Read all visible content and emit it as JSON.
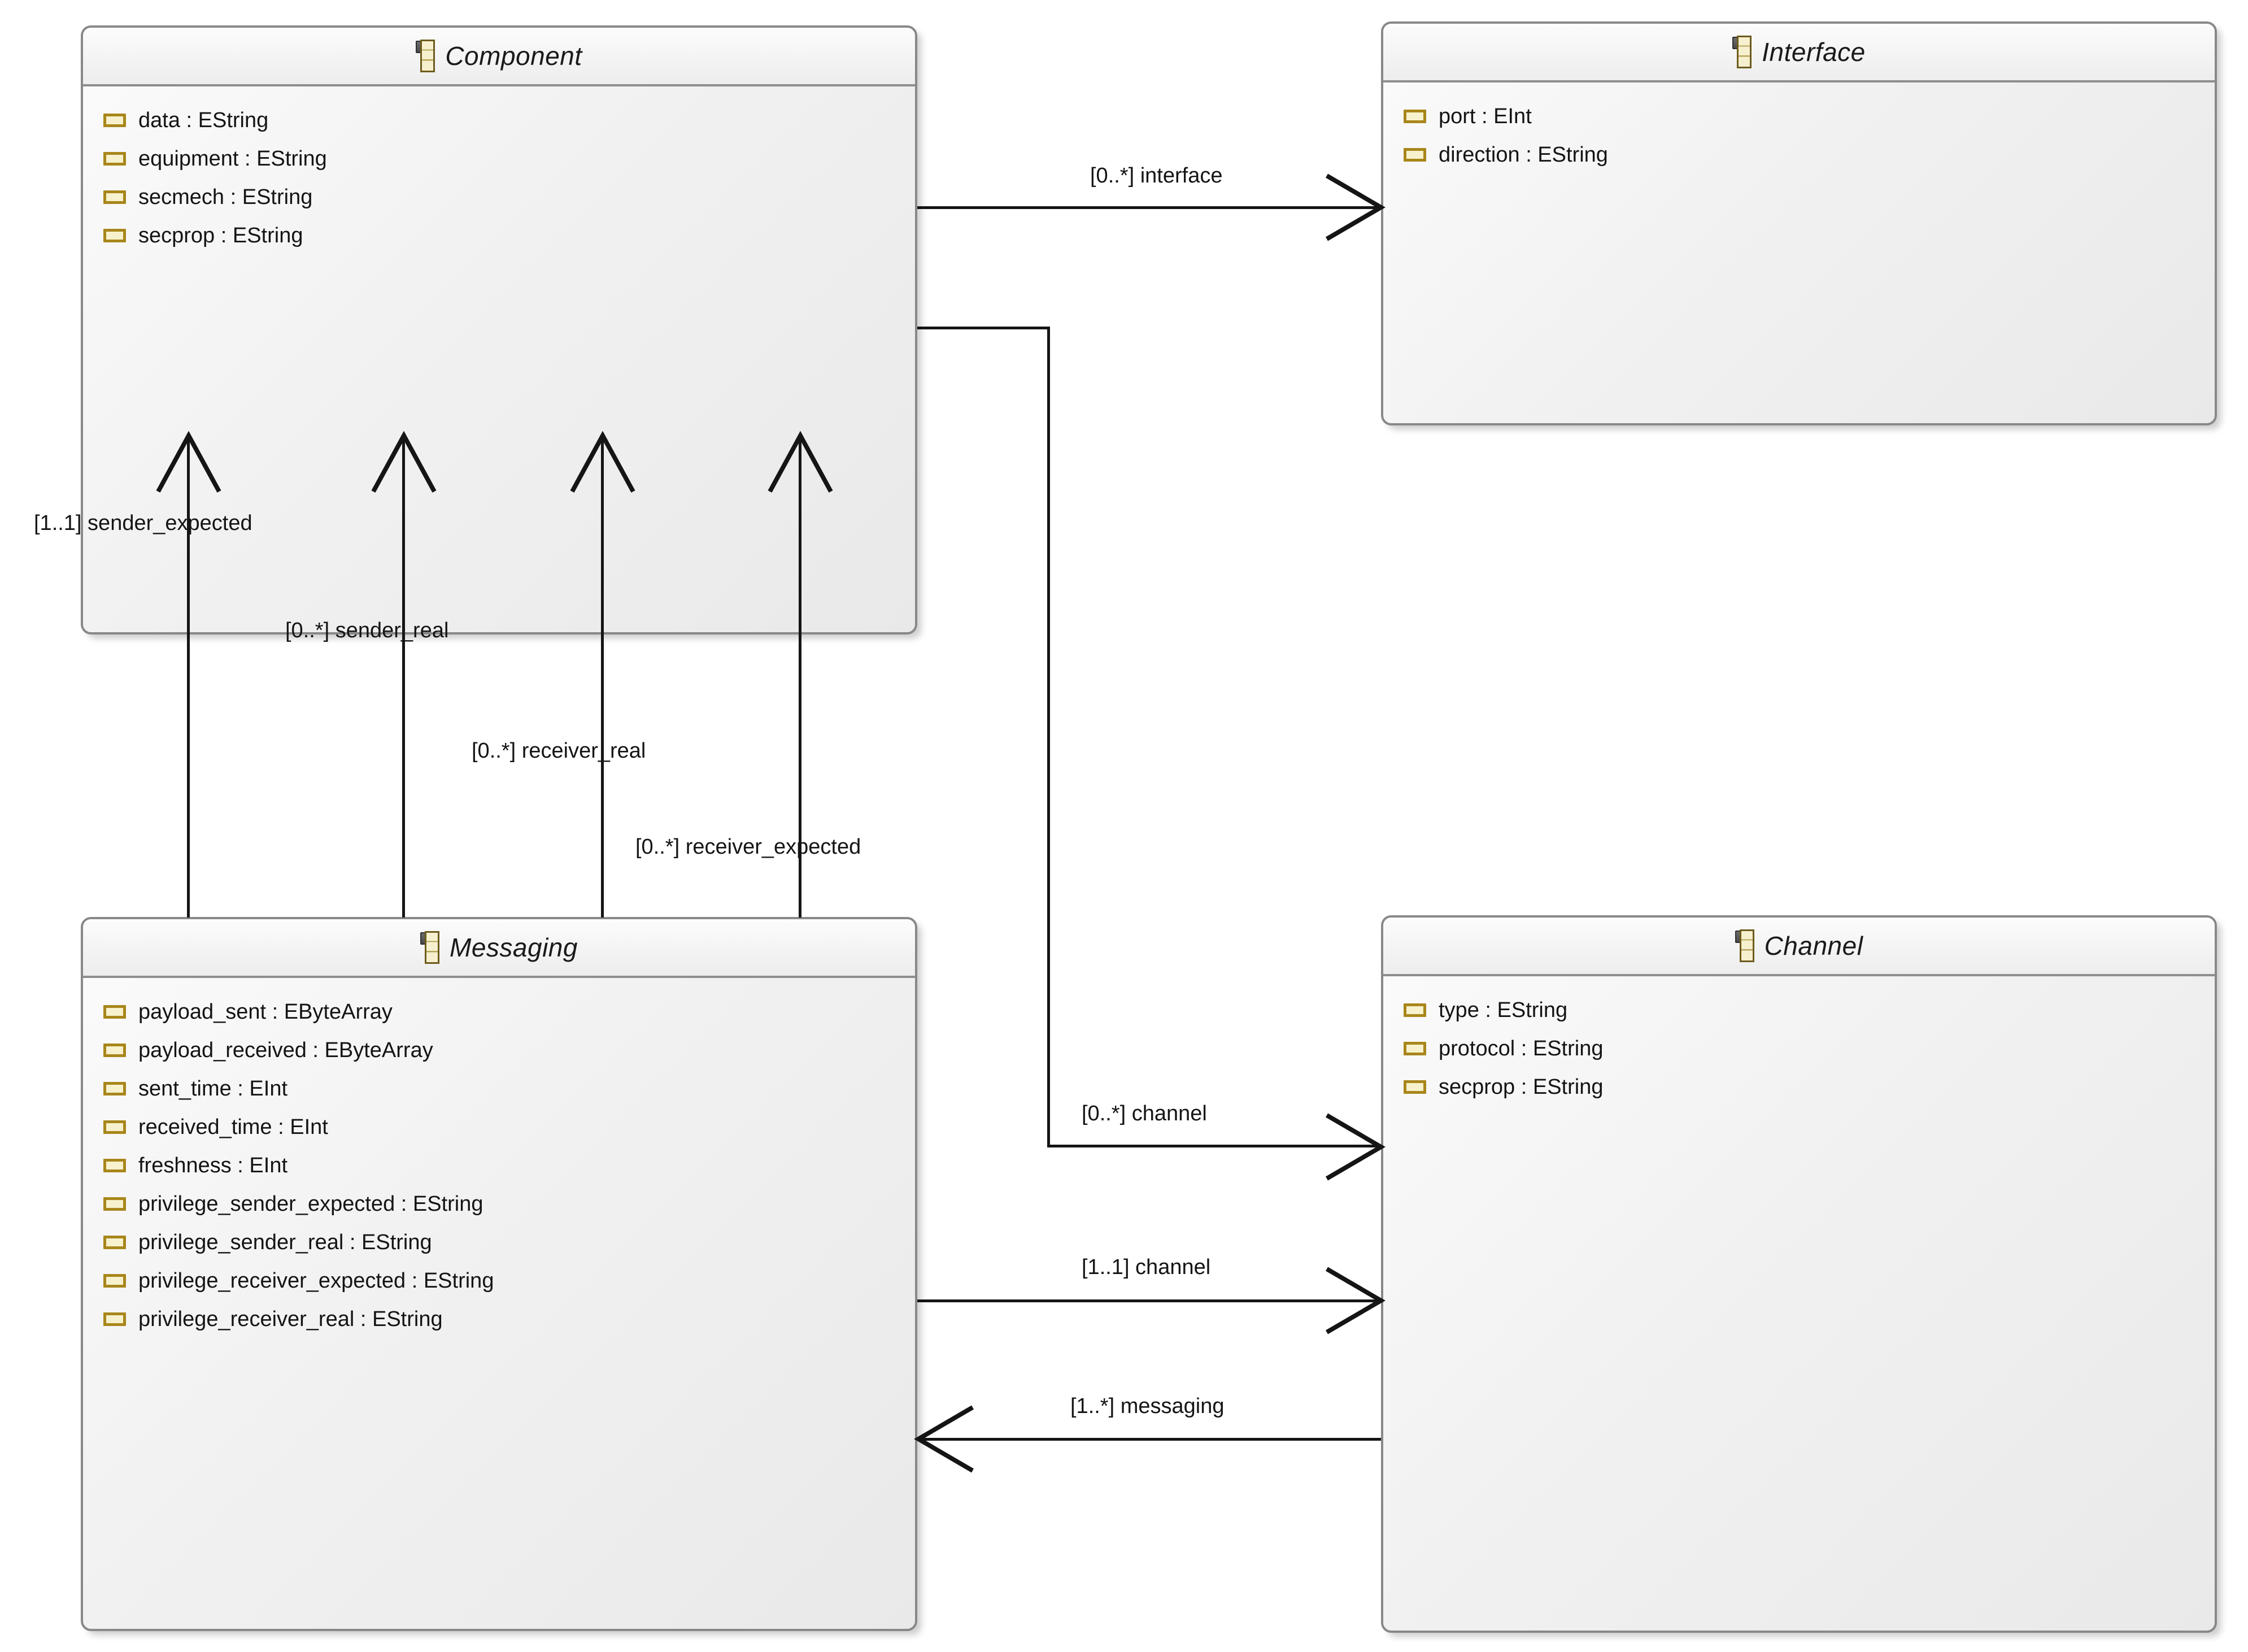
{
  "diagram": {
    "title": "Ecore UML Class Diagram",
    "classes": [
      {
        "id": "component",
        "name": "Component",
        "icon": "eclass-icon",
        "attributes": [
          {
            "label": "data : EString"
          },
          {
            "label": "equipment : EString"
          },
          {
            "label": "secmech : EString"
          },
          {
            "label": "secprop : EString"
          }
        ]
      },
      {
        "id": "interface",
        "name": "Interface",
        "icon": "eclass-icon",
        "attributes": [
          {
            "label": "port : EInt"
          },
          {
            "label": "direction : EString"
          }
        ]
      },
      {
        "id": "messaging",
        "name": "Messaging",
        "icon": "eclass-icon",
        "attributes": [
          {
            "label": "payload_sent : EByteArray"
          },
          {
            "label": "payload_received : EByteArray"
          },
          {
            "label": "sent_time : EInt"
          },
          {
            "label": "received_time : EInt"
          },
          {
            "label": "freshness : EInt"
          },
          {
            "label": "privilege_sender_expected : EString"
          },
          {
            "label": "privilege_sender_real : EString"
          },
          {
            "label": "privilege_receiver_expected : EString"
          },
          {
            "label": "privilege_receiver_real : EString"
          }
        ]
      },
      {
        "id": "channel",
        "name": "Channel",
        "icon": "eclass-icon",
        "attributes": [
          {
            "label": "type : EString"
          },
          {
            "label": "protocol : EString"
          },
          {
            "label": "secprop : EString"
          }
        ]
      }
    ],
    "associations": [
      {
        "id": "interface",
        "label": "[0..*] interface",
        "from": "Component",
        "to": "Interface"
      },
      {
        "id": "channel-0n",
        "label": "[0..*] channel",
        "from": "Component",
        "to": "Channel"
      },
      {
        "id": "sender-expected",
        "label": "[1..1] sender_expected",
        "from": "Messaging",
        "to": "Component"
      },
      {
        "id": "sender-real",
        "label": "[0..*] sender_real",
        "from": "Messaging",
        "to": "Component"
      },
      {
        "id": "receiver-real",
        "label": "[0..*] receiver_real",
        "from": "Messaging",
        "to": "Component"
      },
      {
        "id": "receiver-expected",
        "label": "[0..*] receiver_expected",
        "from": "Messaging",
        "to": "Component"
      },
      {
        "id": "channel-11",
        "label": "[1..1] channel",
        "from": "Messaging",
        "to": "Channel"
      },
      {
        "id": "messaging-1n",
        "label": "[1..*] messaging",
        "from": "Channel",
        "to": "Messaging"
      }
    ],
    "colors": {
      "box_border": "#888888",
      "box_fill": "#f1f1f1",
      "edge": "#151515",
      "attr_icon_border": "#a8861a",
      "attr_icon_fill": "#f7f2cd",
      "text": "#141414"
    }
  }
}
